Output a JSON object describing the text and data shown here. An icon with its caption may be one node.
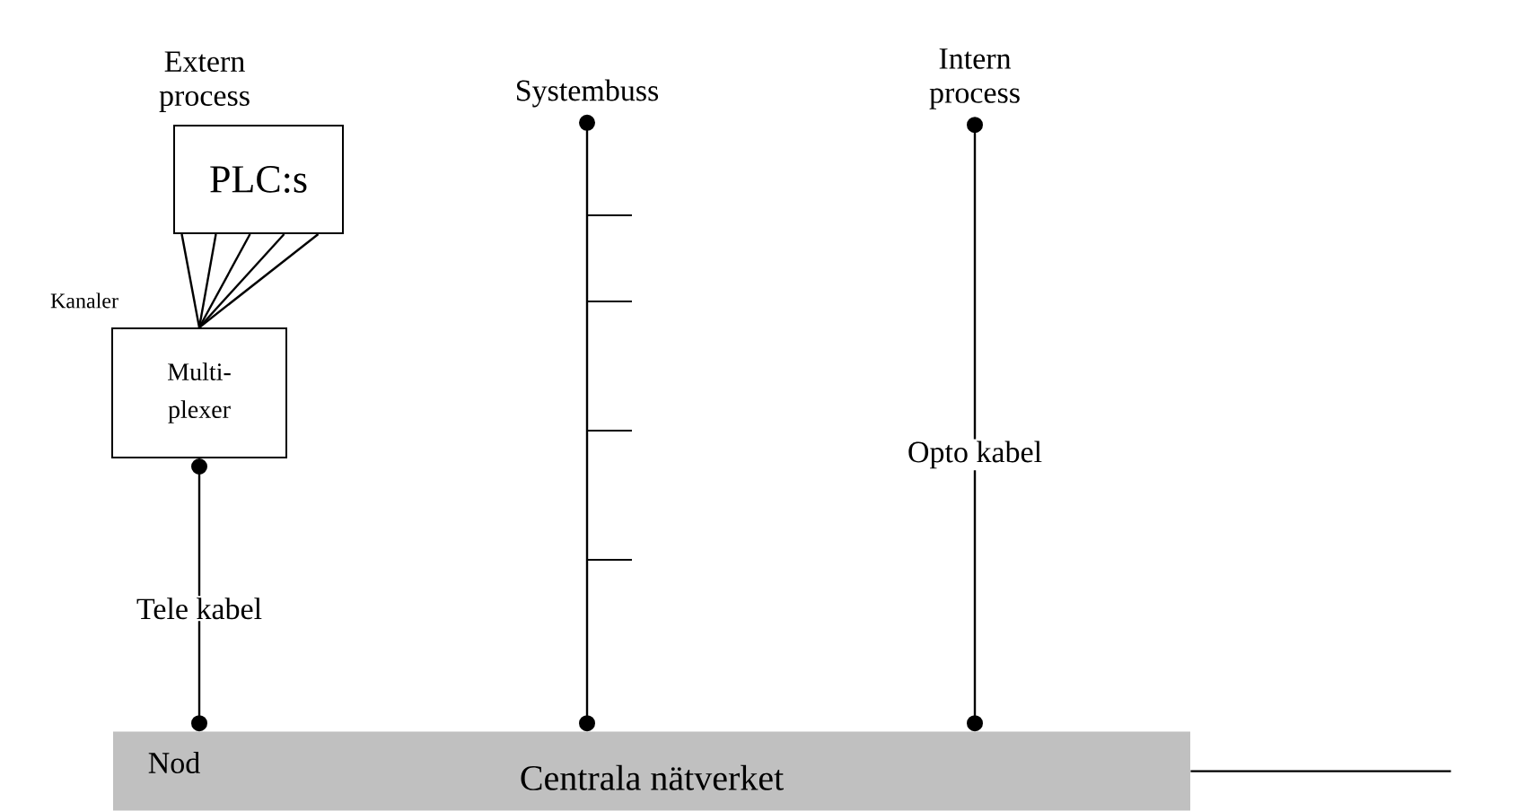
{
  "diagram": {
    "nodes": [
      {
        "text": [
          "Extern process",
          "PLC:s"
        ]
      },
      {
        "text": [
          "Multi- plexer"
        ]
      },
      {
        "text": [
          "Centrala nätverket"
        ]
      },
      {
        "text": [
          "Systembuss"
        ]
      },
      {
        "text": [
          "Intern process"
        ]
      }
    ],
    "edges": [
      {
        "from": 0,
        "to": 1,
        "arrow": "none",
        "label": "Kanaler"
      },
      {
        "from": 0,
        "to": 1,
        "arrow": "none"
      },
      {
        "from": 0,
        "to": 1,
        "arrow": "none"
      },
      {
        "from": 0,
        "to": 1,
        "arrow": "none"
      },
      {
        "from": 0,
        "to": 1,
        "arrow": "none"
      },
      {
        "from": 1,
        "to": 2,
        "arrow": "other",
        "label": "Tele kabel"
      },
      {
        "from": 3,
        "to": 2,
        "arrow": "other"
      },
      {
        "from": 4,
        "to": 2,
        "arrow": "other",
        "label": "Opto kabel"
      },
      {
        "from": 2,
        "to": null,
        "arrow": "none"
      }
    ],
    "labels": [
      "Nod"
    ]
  }
}
